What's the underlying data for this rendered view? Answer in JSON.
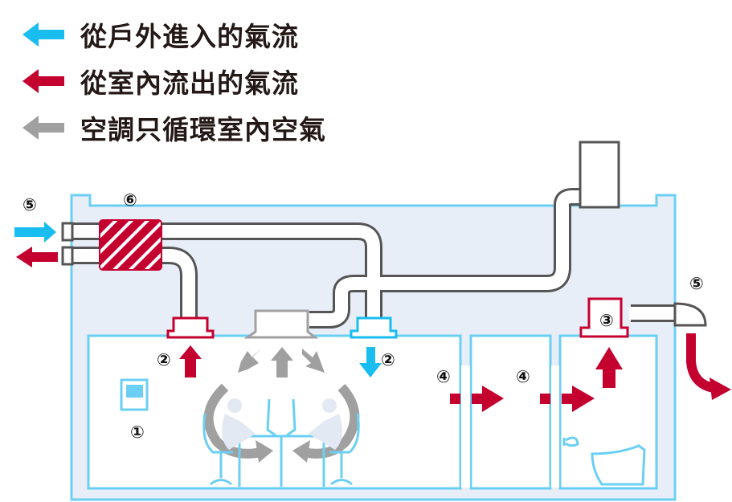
{
  "legend": [
    {
      "label": "從戶外進入的氣流",
      "color": "#19bdf0",
      "icon": "arrow-left-icon"
    },
    {
      "label": "從室內流出的氣流",
      "color": "#c4002f",
      "icon": "arrow-left-icon"
    },
    {
      "label": "空調只循環室內空氣",
      "color": "#a0a0a0",
      "icon": "arrow-left-icon"
    }
  ],
  "colors": {
    "outdoor_air": "#19bdf0",
    "indoor_exhaust": "#c4002f",
    "recirculation": "#a0a0a0",
    "building_outline": "#6bcff3",
    "building_fill": "#e8eef8",
    "duct": "#555555"
  },
  "markers": {
    "m1": "①",
    "m2_supply_left": "②",
    "m2_supply_right": "②",
    "m3": "③",
    "m4_left": "④",
    "m4_right": "④",
    "m5_left": "⑤",
    "m5_right": "⑤",
    "m6": "⑥"
  }
}
